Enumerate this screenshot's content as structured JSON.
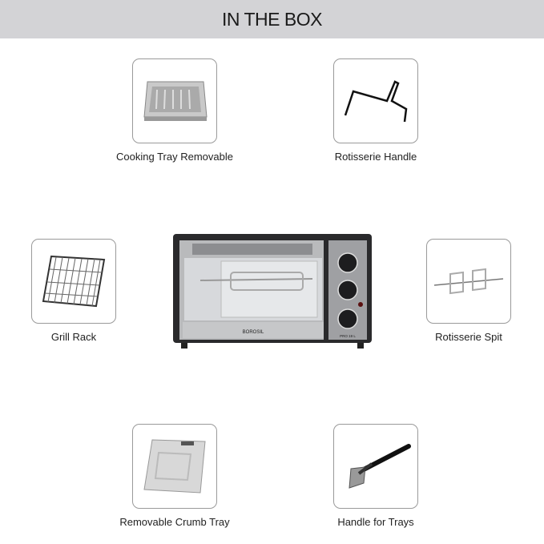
{
  "header": {
    "title": "IN THE BOX"
  },
  "items": [
    {
      "label": "Cooking Tray Removable",
      "icon": "cooking-tray-icon"
    },
    {
      "label": "Rotisserie Handle",
      "icon": "rotisserie-handle-icon"
    },
    {
      "label": "Grill Rack",
      "icon": "grill-rack-icon"
    },
    {
      "label": "Rotisserie Spit",
      "icon": "rotisserie-spit-icon"
    },
    {
      "label": "Removable Crumb Tray",
      "icon": "crumb-tray-icon"
    },
    {
      "label": "Handle for Trays",
      "icon": "tray-handle-icon"
    }
  ],
  "oven": {
    "brand": "BOROSIL",
    "model": "PRO 19 L"
  }
}
